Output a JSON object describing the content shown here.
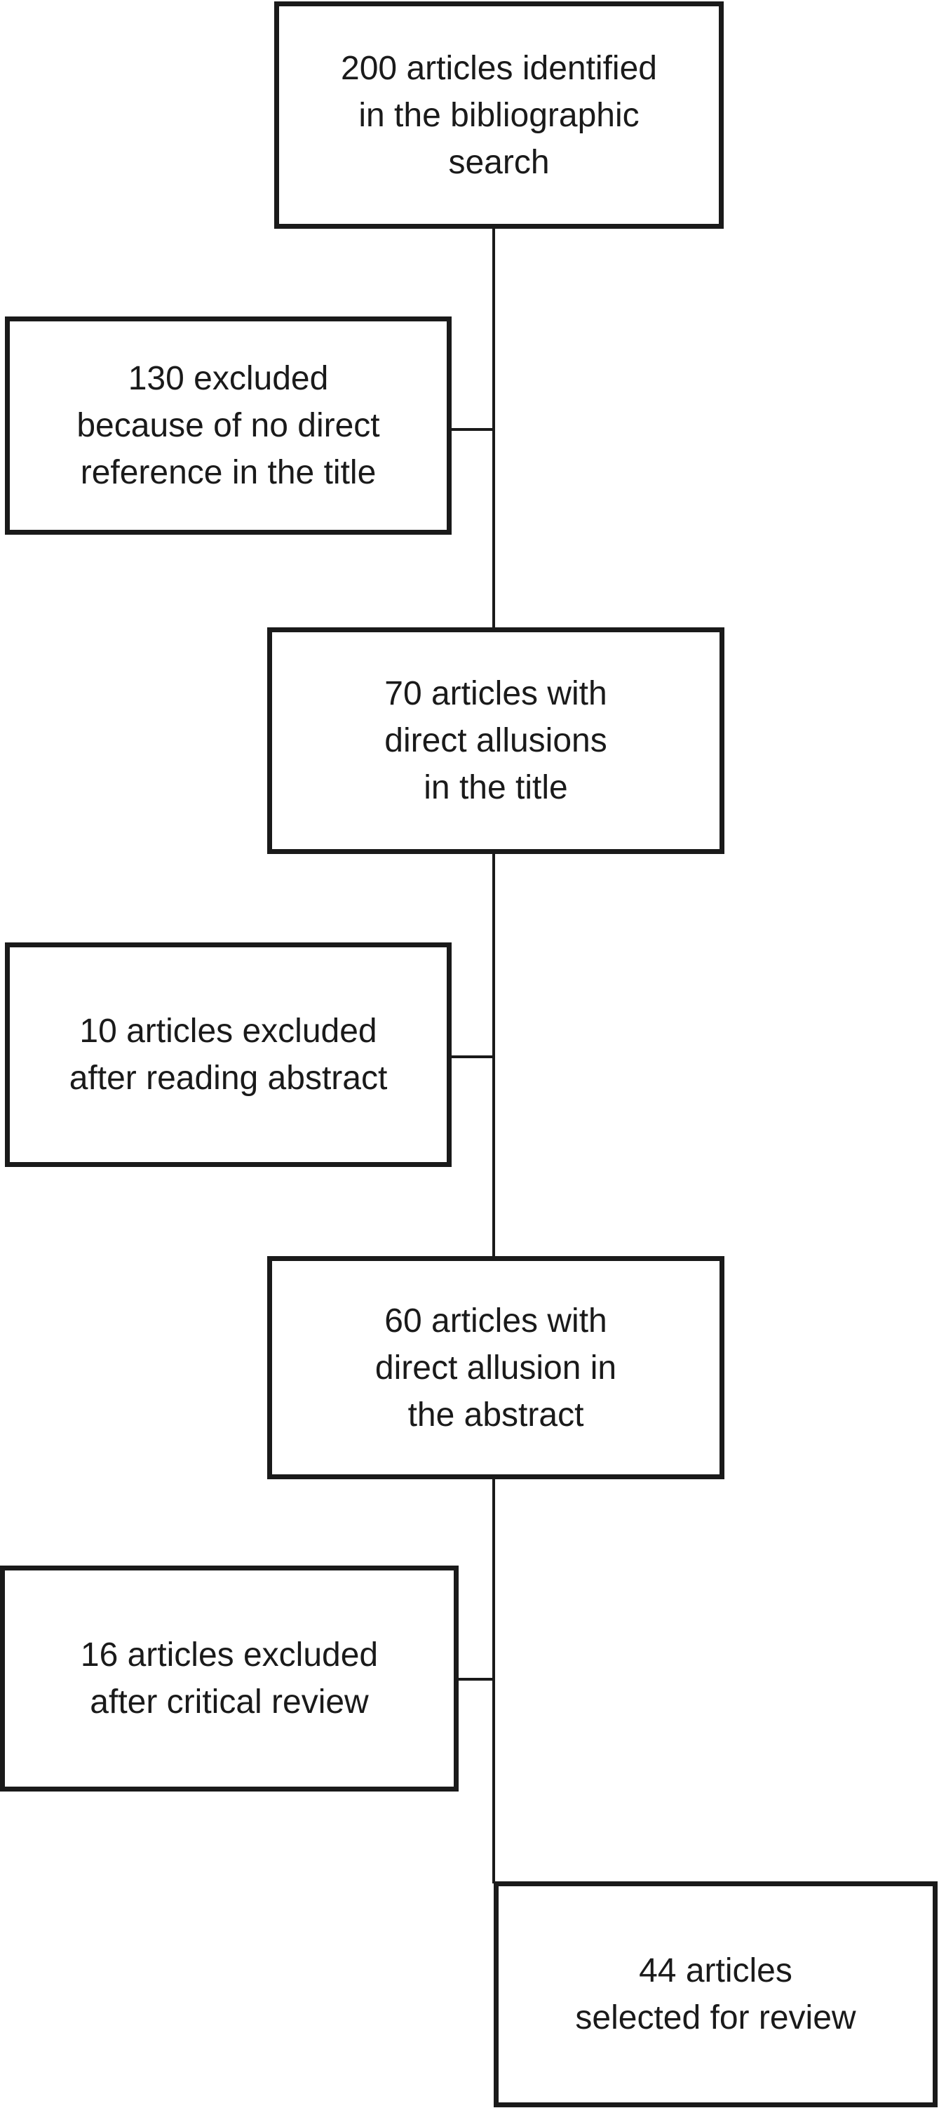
{
  "flowchart": {
    "main_steps": [
      {
        "id": "step-identified",
        "text": "200 articles identified\nin the bibliographic\nsearch"
      },
      {
        "id": "step-title",
        "text": "70 articles with\ndirect allusions\nin the title"
      },
      {
        "id": "step-abstract",
        "text": "60 articles with\ndirect allusion in\nthe abstract"
      },
      {
        "id": "step-selected",
        "text": "44 articles\nselected for review"
      }
    ],
    "exclusions": [
      {
        "id": "exclusion-title",
        "text": "130 excluded\nbecause of no direct\nreference in the title"
      },
      {
        "id": "exclusion-abstract",
        "text": "10 articles excluded\nafter reading abstract"
      },
      {
        "id": "exclusion-review",
        "text": "16 articles excluded\nafter critical review"
      }
    ]
  }
}
